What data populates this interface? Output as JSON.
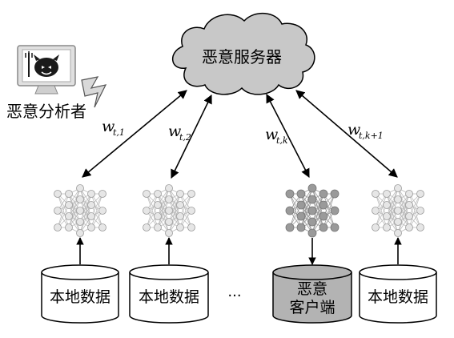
{
  "server": {
    "label": "恶意服务器"
  },
  "analyst": {
    "label": "恶意分析者"
  },
  "weights": [
    {
      "base": "w",
      "sub": "t,1"
    },
    {
      "base": "w",
      "sub": "t,2"
    },
    {
      "base": "w",
      "sub": "t,k"
    },
    {
      "base": "w",
      "sub": "t,k+1"
    }
  ],
  "clients": [
    {
      "label": "本地数据",
      "malicious": false
    },
    {
      "label": "本地数据",
      "malicious": false
    },
    {
      "line1": "恶意",
      "line2": "客户端",
      "malicious": true
    },
    {
      "label": "本地数据",
      "malicious": false
    }
  ],
  "ellipsis": "···",
  "colors": {
    "malicious_fill": "#b3b3b3",
    "normal_fill": "#ffffff",
    "cloud_fill": "#c8c8c8",
    "node_normal": "#e6e6e6",
    "node_malicious": "#9a9a9a",
    "line": "#000000"
  }
}
